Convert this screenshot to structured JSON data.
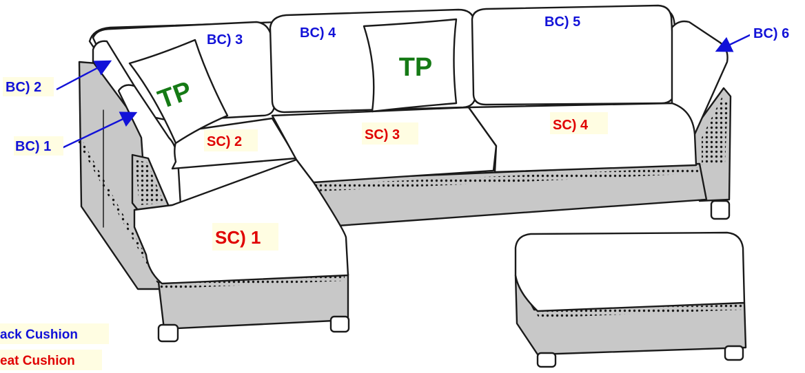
{
  "colors": {
    "back_cushion": "#1212d8",
    "seat_cushion": "#e00000",
    "throw_pillow": "#157a15",
    "label_bg": "#fffde2",
    "fabric": "#c8c8c8",
    "outline": "#1a1a1a"
  },
  "back_cushions": [
    {
      "id": "bc1",
      "label": "BC) 1"
    },
    {
      "id": "bc2",
      "label": "BC) 2"
    },
    {
      "id": "bc3",
      "label": "BC) 3"
    },
    {
      "id": "bc4",
      "label": "BC) 4"
    },
    {
      "id": "bc5",
      "label": "BC) 5"
    },
    {
      "id": "bc6",
      "label": "BC) 6"
    }
  ],
  "seat_cushions": [
    {
      "id": "sc1",
      "label": "SC) 1"
    },
    {
      "id": "sc2",
      "label": "SC) 2"
    },
    {
      "id": "sc3",
      "label": "SC) 3"
    },
    {
      "id": "sc4",
      "label": "SC) 4"
    }
  ],
  "throw_pillows": [
    {
      "id": "tp1",
      "label": "TP"
    },
    {
      "id": "tp2",
      "label": "TP"
    }
  ],
  "legend": {
    "back_cushion": "ack Cushion",
    "seat_cushion": "eat Cushion"
  }
}
